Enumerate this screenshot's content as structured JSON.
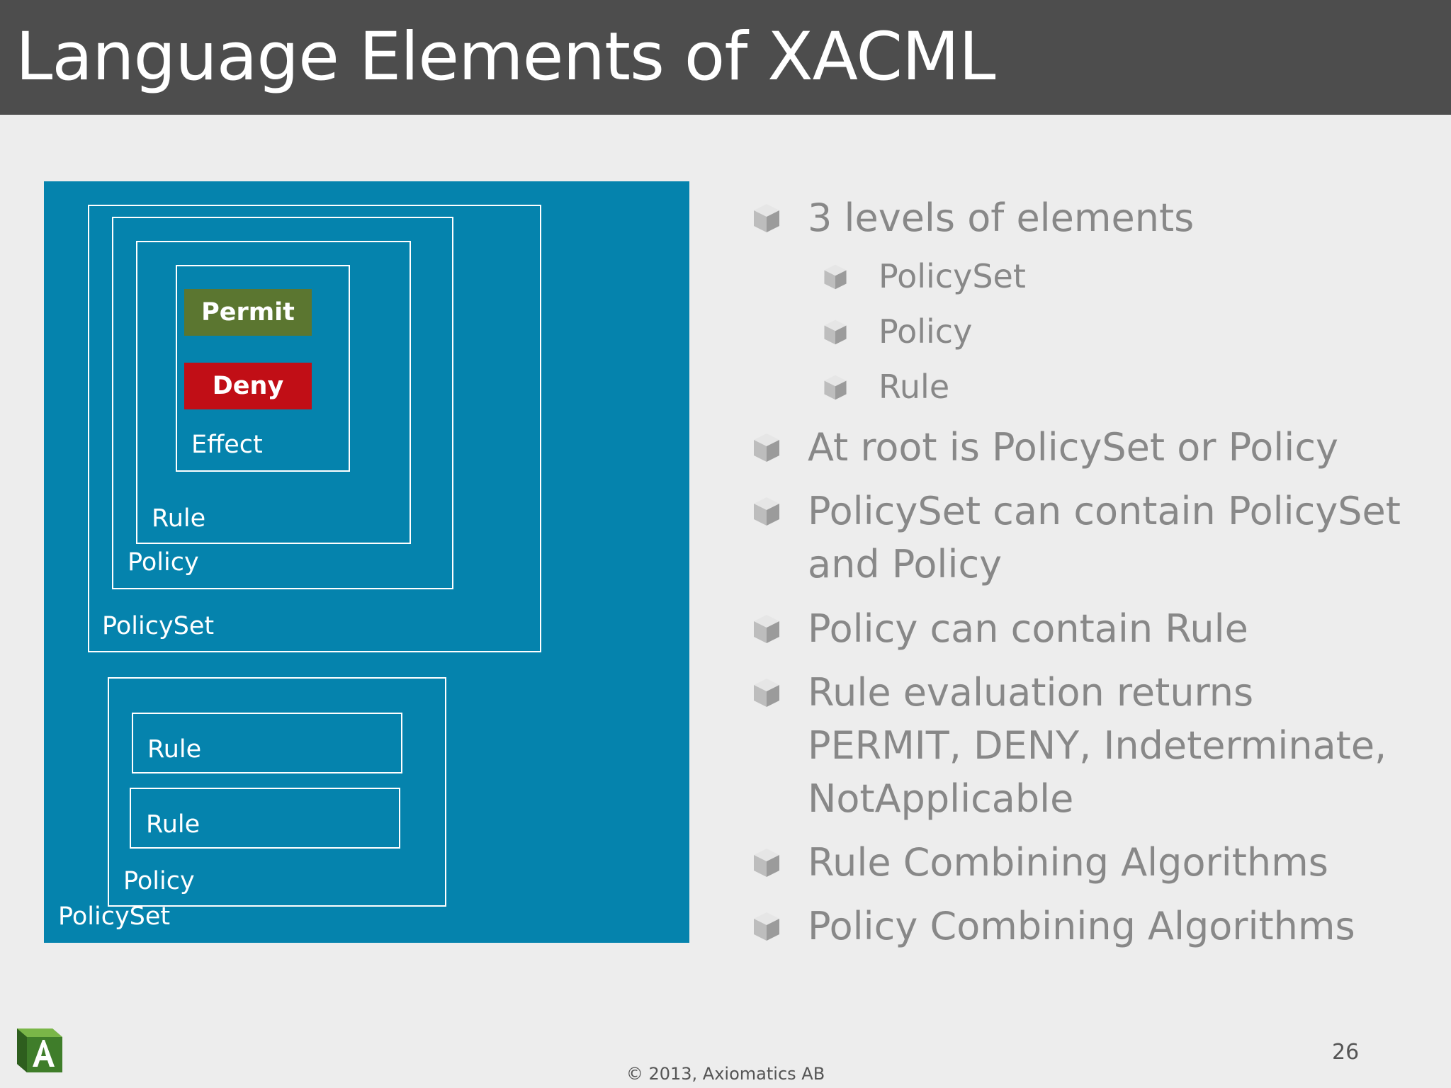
{
  "slide": {
    "title": "Language Elements of XACML",
    "page_number": "26",
    "copyright": "© 2013, Axiomatics AB",
    "colors": {
      "title_bar": "#4d4d4d",
      "diagram_bg": "#0583ad",
      "permit": "#5b7630",
      "deny": "#c10e16",
      "bullet_text": "#888888"
    }
  },
  "diagram": {
    "permit": "Permit",
    "deny": "Deny",
    "effect": "Effect",
    "rule_inner": "Rule",
    "policy_inner": "Policy",
    "policyset_inner": "PolicySet",
    "rule_a": "Rule",
    "rule_b": "Rule",
    "policy_lower": "Policy",
    "policyset_outer": "PolicySet"
  },
  "bullets": [
    {
      "level": 1,
      "text": "3 levels of elements"
    },
    {
      "level": 2,
      "text": "PolicySet"
    },
    {
      "level": 2,
      "text": "Policy"
    },
    {
      "level": 2,
      "text": "Rule"
    },
    {
      "level": 1,
      "text": "At root is PolicySet or Policy"
    },
    {
      "level": 1,
      "lines": [
        "PolicySet can contain PolicySet",
        "and Policy"
      ]
    },
    {
      "level": 1,
      "text": "Policy can contain Rule"
    },
    {
      "level": 1,
      "lines": [
        "Rule evaluation returns",
        "PERMIT, DENY, Indeterminate,",
        "NotApplicable"
      ]
    },
    {
      "level": 1,
      "text": "Rule Combining Algorithms"
    },
    {
      "level": 1,
      "text": "Policy Combining Algorithms"
    }
  ]
}
